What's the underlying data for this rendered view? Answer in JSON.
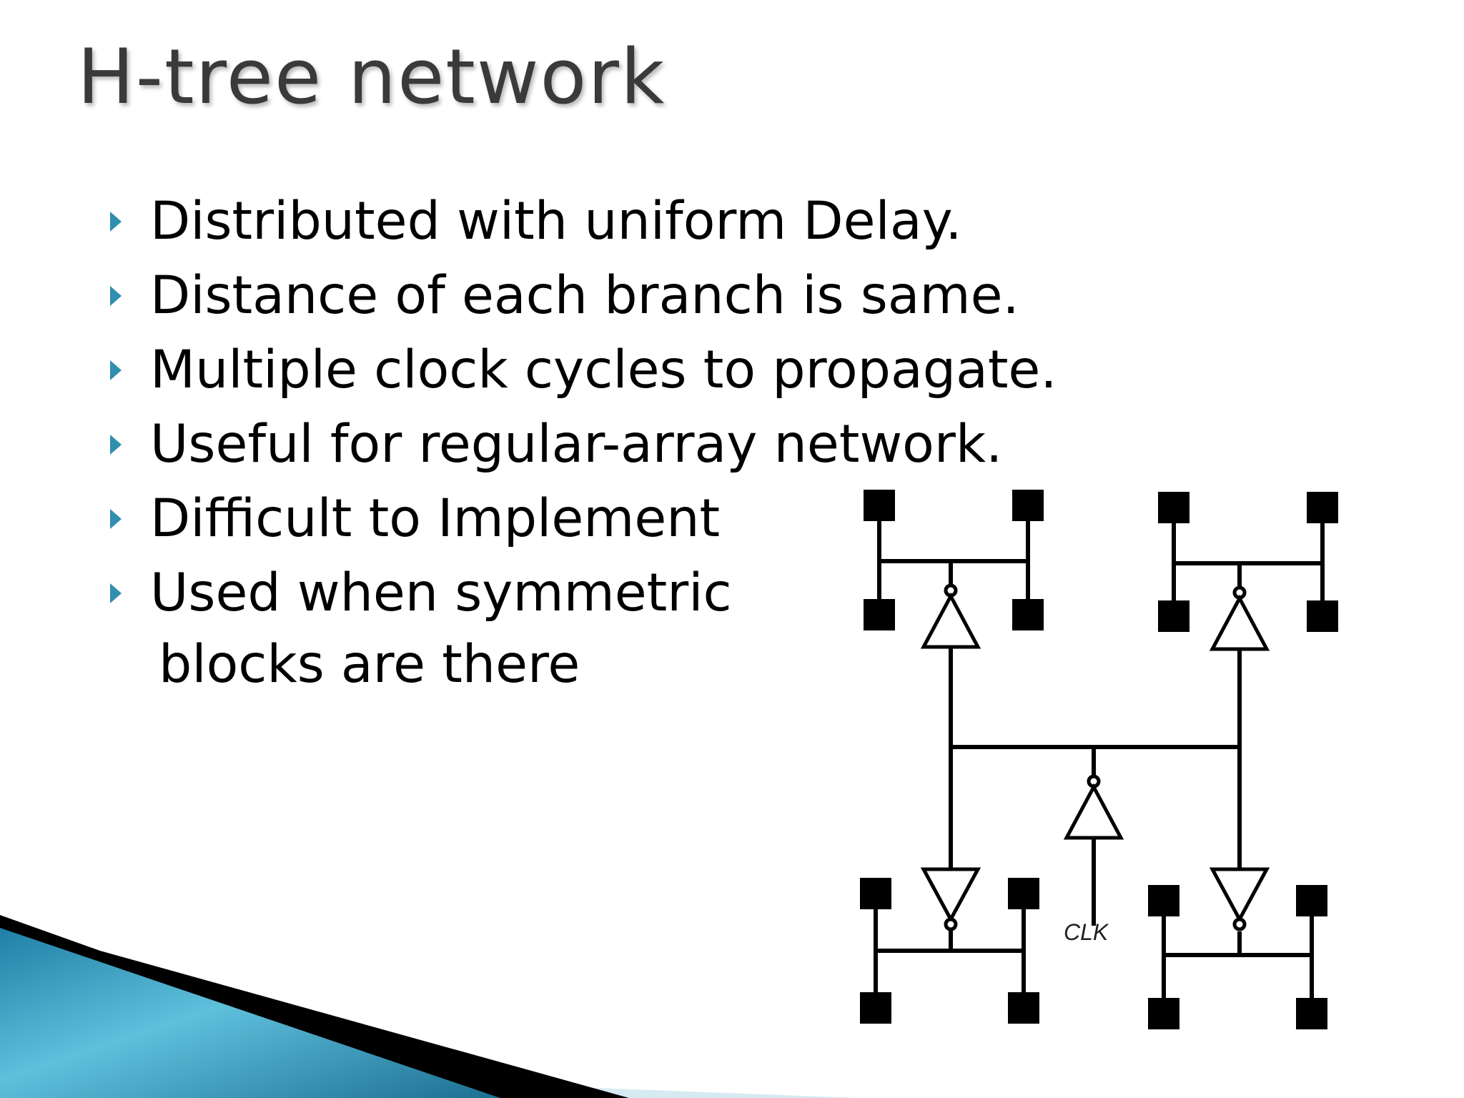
{
  "slide": {
    "title": "H-tree network",
    "bullets": [
      "Distributed with uniform Delay.",
      "Distance of each branch is same.",
      "Multiple clock cycles to propagate.",
      "Useful for regular-array network.",
      "Difficult to Implement",
      "Used when symmetric"
    ],
    "bullet_continuation": "blocks are there"
  },
  "diagram": {
    "clock_label": "CLK",
    "colors": {
      "wire": "#000000",
      "accent": "#2f8fb0"
    }
  }
}
